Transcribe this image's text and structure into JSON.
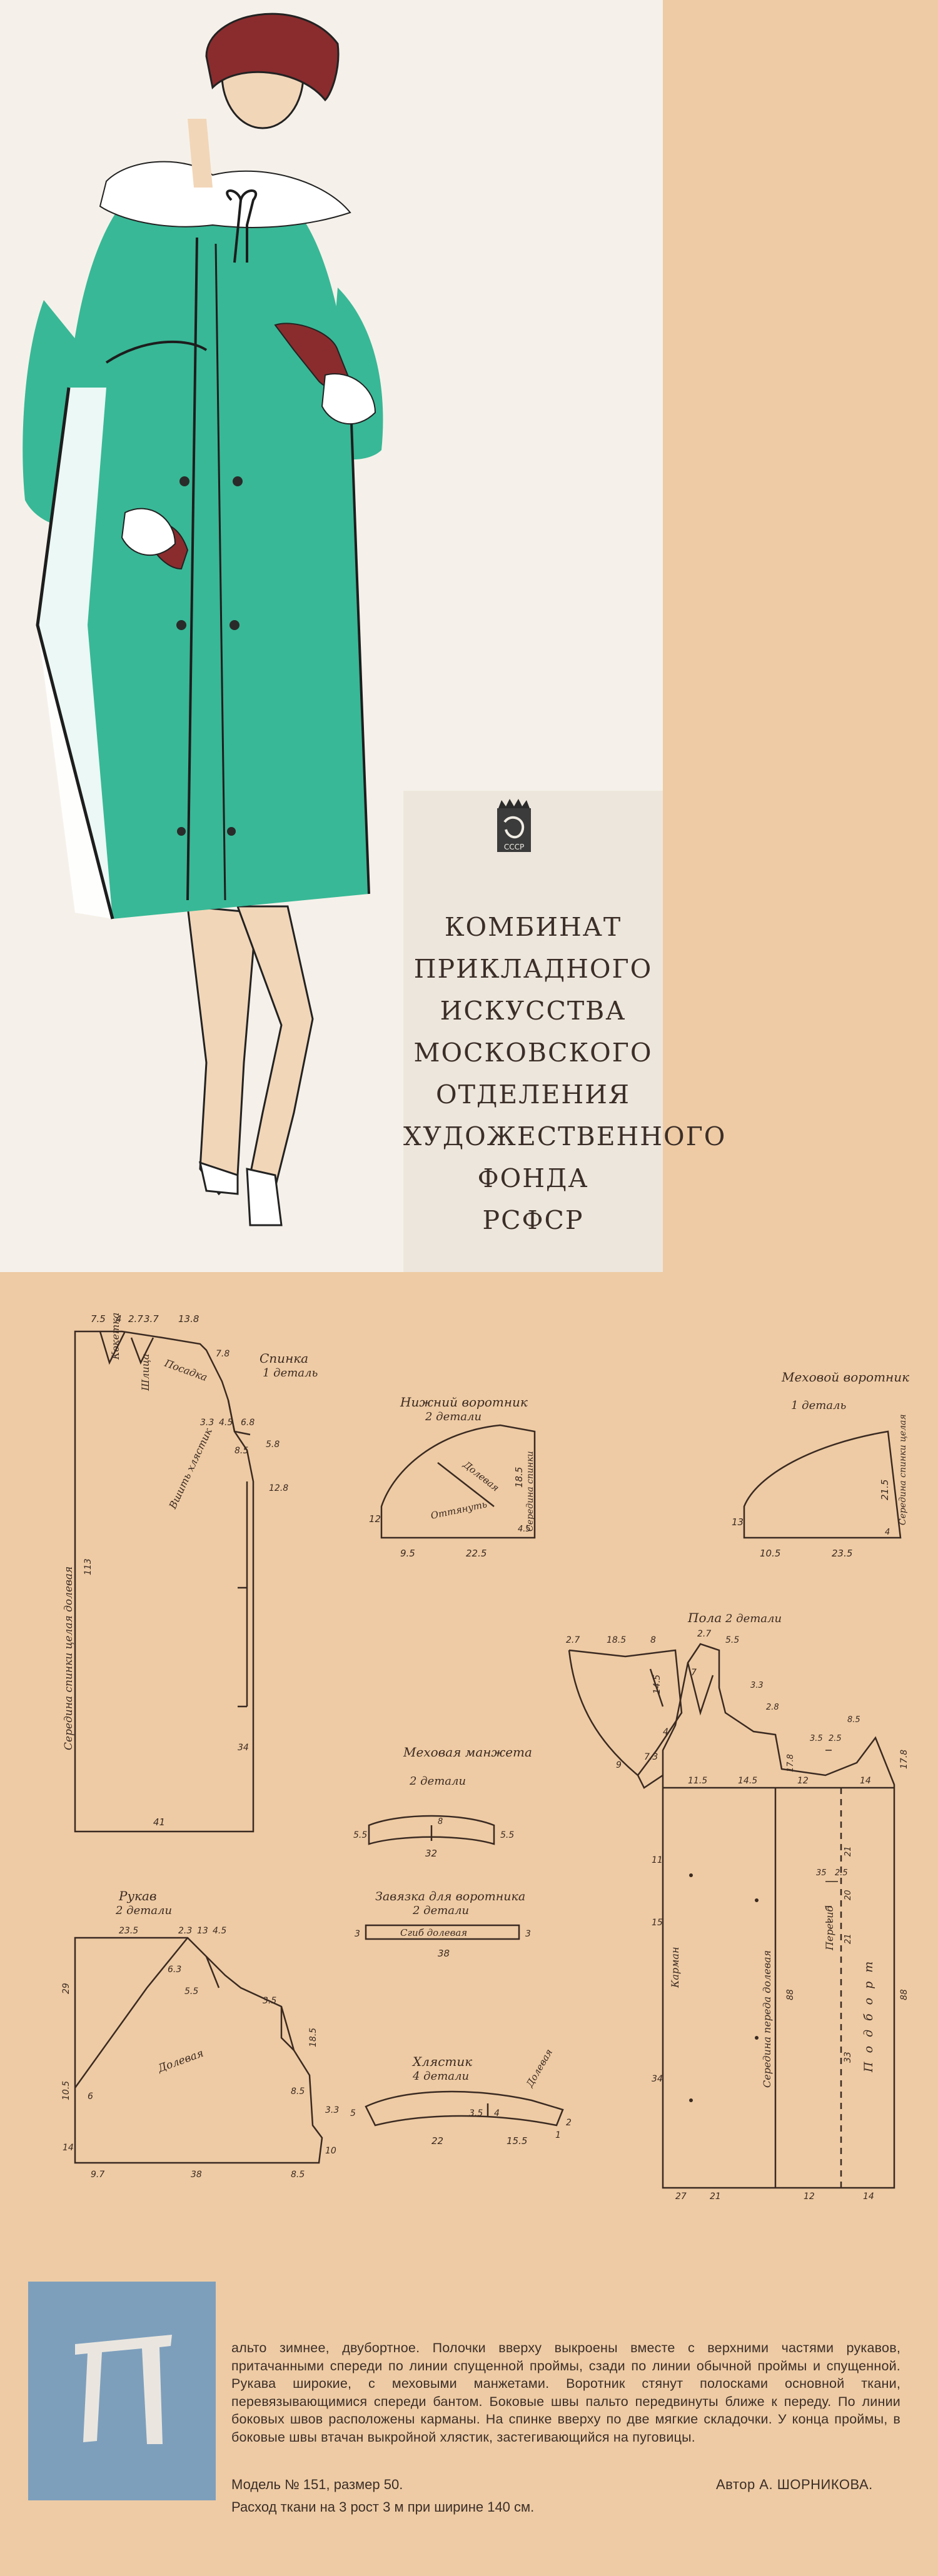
{
  "header": {
    "publisher_lines": [
      "КОМБИНАТ",
      "ПРИКЛАДНОГО",
      "ИСКУССТВА",
      "МОСКОВСКОГО",
      "ОТДЕЛЕНИЯ",
      "ХУДОЖЕСТВЕННОГО",
      "ФОНДА",
      "РСФСР"
    ],
    "logo_text": "СССР"
  },
  "colors": {
    "coat": "#38b896",
    "hat": "#8a2c2e",
    "paper": "#eecba4",
    "badge": "#7d9fbc"
  },
  "pieces": {
    "back": {
      "title": "Спинка",
      "count": "1 деталь",
      "top_dims": [
        "7.5",
        "4",
        "2.7",
        "3.7",
        "13.8"
      ],
      "side_dims": [
        "3.3",
        "4.5",
        "6.8",
        "8.5",
        "5.8",
        "7.8",
        "12.8",
        "34",
        "113"
      ],
      "bottom": "41",
      "labels": {
        "center": "Середина спинки целая долевая",
        "yoke": "Кокетка",
        "shoulder": "Посадка",
        "slit": "Шлица",
        "hem": "Вшить хлястик"
      }
    },
    "under_collar": {
      "title": "Нижний воротник",
      "count": "2 детали",
      "dims": [
        "12",
        "9.5",
        "22.5",
        "18.5",
        "4.5"
      ],
      "labels": {
        "grain": "Долевая",
        "stretch": "Оттянуть",
        "center": "Середина спинки"
      }
    },
    "fur_collar": {
      "title": "Меховой воротник",
      "count": "1 деталь",
      "dims": [
        "13",
        "10.5",
        "23.5",
        "21.5",
        "4"
      ],
      "labels": {
        "center": "Середина спинки целая"
      }
    },
    "front": {
      "title": "Пола",
      "count": "2 детали",
      "top_dims": [
        "2.7",
        "18.5",
        "8",
        "2.7",
        "5.5"
      ],
      "collar_dims": [
        "14.5",
        "7",
        "4",
        "9",
        "7.3",
        "3.3",
        "2.8"
      ],
      "dims": [
        "11.5",
        "14.5",
        "17.8",
        "12",
        "14",
        "3.5",
        "2.5",
        "8.5",
        "17.8"
      ],
      "side_dims": [
        "11",
        "15",
        "34",
        "21",
        "27",
        "12",
        "14",
        "35",
        "2.5",
        "21",
        "20",
        "21",
        "88",
        "88",
        "33"
      ],
      "labels": {
        "pocket": "Карман",
        "center": "Середина переда долевая",
        "facing": "Подборт",
        "placket": "Перегиб"
      }
    },
    "fur_cuff": {
      "title": "Меховая манжета",
      "count": "2 детали",
      "dims": [
        "5.5",
        "5.5",
        "8",
        "32"
      ]
    },
    "tie": {
      "title": "Завязка для воротника",
      "count": "2 детали",
      "dims": [
        "3",
        "3",
        "38"
      ],
      "labels": {
        "fold": "Сгиб долевая"
      }
    },
    "sleeve": {
      "title": "Рукав",
      "count": "2 детали",
      "dims": [
        "23.5",
        "2.3",
        "13",
        "4.5",
        "6.3",
        "5.5",
        "29",
        "10.5",
        "6",
        "14",
        "9.7",
        "38",
        "8.5",
        "8.5",
        "3.3",
        "10",
        "18.5",
        "3.5"
      ],
      "labels": {
        "grain": "Долевая"
      }
    },
    "half_belt": {
      "title": "Хлястик",
      "count": "4 детали",
      "dims": [
        "5",
        "3.5",
        "4",
        "22",
        "15.5",
        "1",
        "2"
      ],
      "labels": {
        "grain": "Долевая"
      }
    }
  },
  "description": {
    "drop_cap": "П",
    "text": "альто зимнее, двубортное. Полочки вверху выкроены вместе с верхними частями рукавов, притачанными спереди по линии спущенной проймы, сзади по линии обычной проймы и спущенной. Рукава широкие, с меховыми манжетами. Воротник стянут полосками основной ткани, перевязывающимися спереди бантом. Боковые швы пальто передвинуты ближе к переду. По линии боковых швов расположены карманы. На спинке вверху по две мягкие складочки. У конца проймы, в боковые швы втачан выкройной хлястик, застегивающийся на пуговицы.",
    "model": "Модель № 151, размер 50.",
    "author": "Автор А. ШОРНИКОВА.",
    "fabric": "Расход ткани на 3 рост 3 м при ширине 140 см."
  }
}
